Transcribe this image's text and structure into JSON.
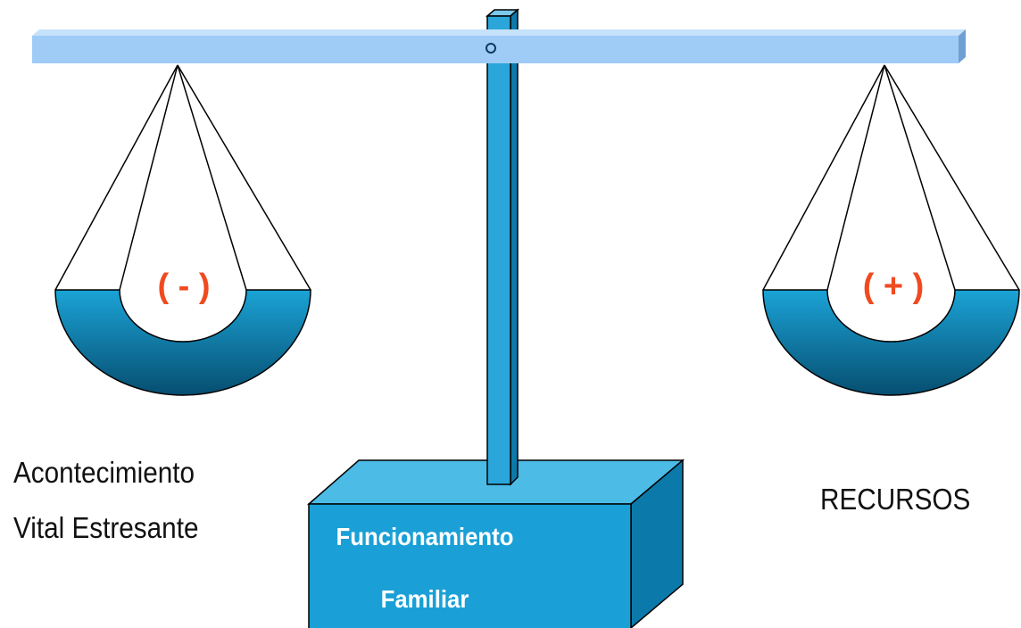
{
  "left_pan": {
    "sign": "( - )"
  },
  "right_pan": {
    "sign": "( + )"
  },
  "left_label": {
    "line1": "Acontecimiento",
    "line2": "Vital Estresante"
  },
  "right_label": {
    "text": "RECURSOS"
  },
  "base": {
    "line1": "Funcionamiento",
    "line2": "Familiar"
  },
  "colors": {
    "beam": "#9fcbf7",
    "beam_edge": "#6f9fd3",
    "pan_top": "#1ba3d6",
    "pan_bottom": "#064e70",
    "post": "#2aa6da",
    "base_front": "#1aa0d6",
    "base_top": "#4cbbe6",
    "base_side": "#0b7aaa",
    "sign": "#f04a20"
  }
}
